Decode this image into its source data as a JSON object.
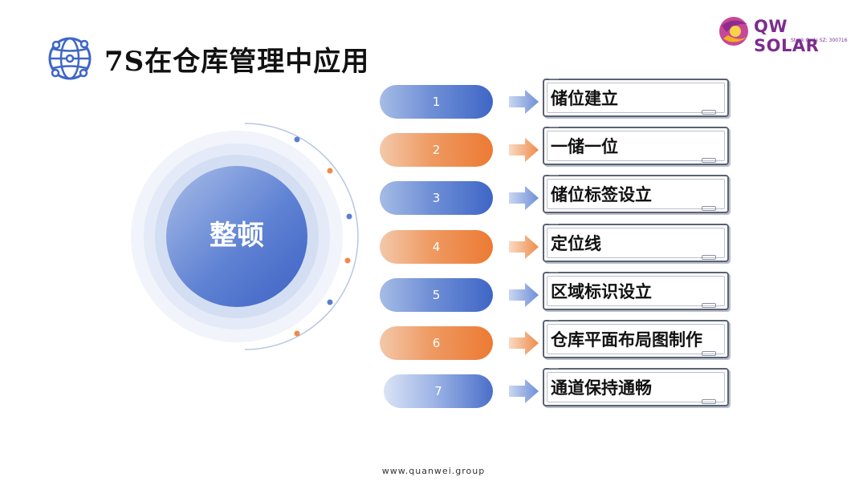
{
  "title": "7S在仓库管理中应用",
  "logo": {
    "brand": "QW SOLAR",
    "stock_code": "Stock Code SZ: 300716"
  },
  "hub": {
    "label": "整顿"
  },
  "steps": [
    {
      "number": "1",
      "text": "储位建立",
      "color": "blue"
    },
    {
      "number": "2",
      "text": "一储一位",
      "color": "orange"
    },
    {
      "number": "3",
      "text": "储位标签设立",
      "color": "blue"
    },
    {
      "number": "4",
      "text": "定位线",
      "color": "orange"
    },
    {
      "number": "5",
      "text": "区域标识设立",
      "color": "blue"
    },
    {
      "number": "6",
      "text": "仓库平面布局图制作",
      "color": "orange"
    },
    {
      "number": "7",
      "text": "通道保持通畅",
      "color": "light"
    }
  ],
  "footer": "www.quanwei.group",
  "colors": {
    "blue": "#3f66c6",
    "orange": "#ec7a33",
    "brand": "#7d2c8f"
  }
}
